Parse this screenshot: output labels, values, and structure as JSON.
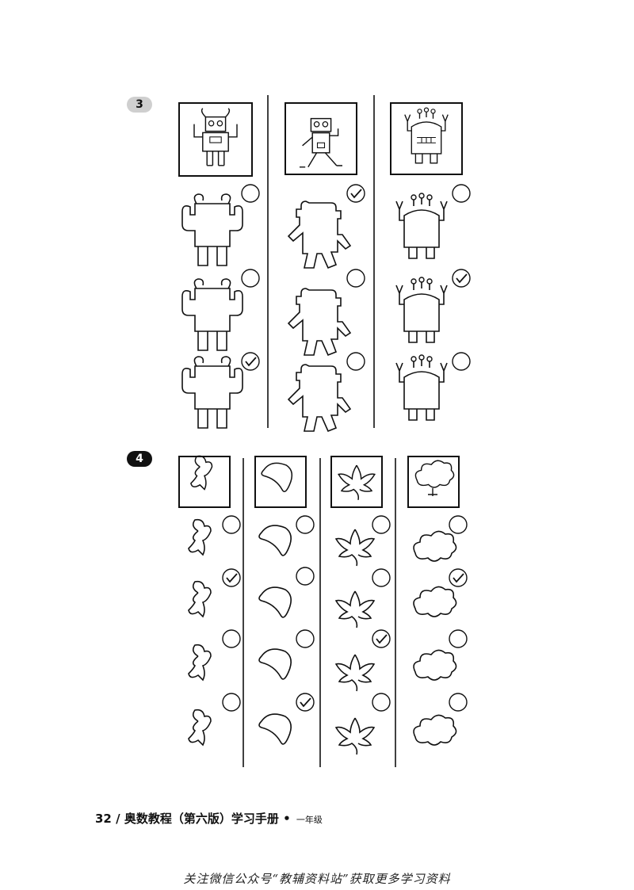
{
  "sections": [
    {
      "number": "3",
      "columns": [
        {
          "reference": "robot-antenna-horns",
          "answer_option": 3
        },
        {
          "reference": "robot-walking",
          "answer_option": 1
        },
        {
          "reference": "robot-claws",
          "answer_option": 2
        }
      ]
    },
    {
      "number": "4",
      "columns": [
        {
          "reference": "flower-bell",
          "answer_option": 2
        },
        {
          "reference": "flower-calla-lily",
          "answer_option": 4
        },
        {
          "reference": "flower-lotus",
          "answer_option": 3
        },
        {
          "reference": "flower-cloud-blossom",
          "answer_option": 2
        }
      ]
    }
  ],
  "footer": {
    "page_number": "32",
    "separator": "/",
    "book_title": "奥数教程（第六版）学习手册",
    "bullet": "•",
    "grade": "一年级"
  },
  "watermark": "关注微信公众号“教辅资料站”获取更多学习资料"
}
